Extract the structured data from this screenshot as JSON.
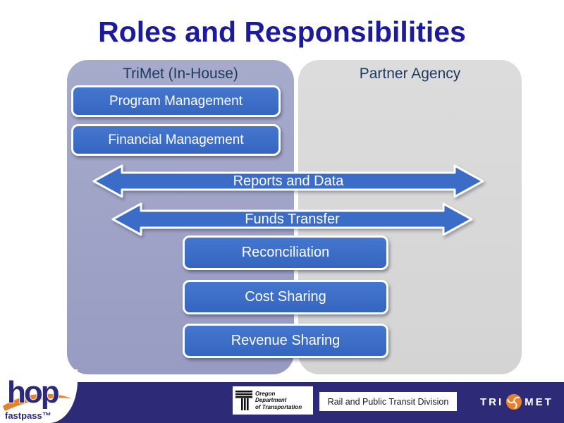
{
  "title": "Roles and Responsibilities",
  "panels": {
    "left": {
      "header": "TriMet (In-House)"
    },
    "right": {
      "header": "Partner Agency"
    }
  },
  "inhouse_boxes": [
    "Program Management",
    "Financial Management"
  ],
  "flow_arrows": [
    "Reports and Data",
    "Funds Transfer"
  ],
  "shared_boxes": [
    "Reconciliation",
    "Cost Sharing",
    "Revenue Sharing"
  ],
  "footer": {
    "hop_wordmark": "hop",
    "hop_tagline": "fastpass™",
    "odot_name": {
      "l1": "Oregon",
      "l2": "Department",
      "l3": "of Transportation"
    },
    "division": "Rail and Public Transit Division",
    "trimet_left": "TRI",
    "trimet_right": "MET"
  },
  "colors": {
    "title_blue": "#1b1b9b",
    "process_blue": "#3a6cc8",
    "panel_lavender": "#9da1c6",
    "panel_gray": "#d8d8d8",
    "header_navy": "#1e3a5f",
    "footer_navy": "#2d2b78",
    "brand_orange": "#e8802b"
  }
}
